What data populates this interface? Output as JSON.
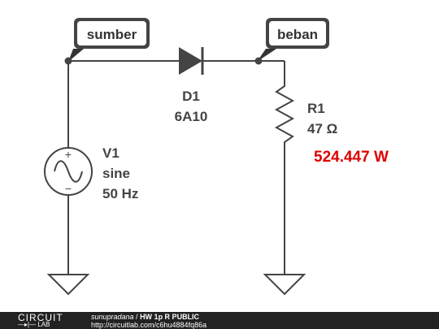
{
  "schematic": {
    "net_labels": {
      "sumber": "sumber",
      "beban": "beban"
    },
    "diode": {
      "name": "D1",
      "model": "6A10"
    },
    "resistor": {
      "name": "R1",
      "value": "47 Ω",
      "power": "524.447 W"
    },
    "source": {
      "name": "V1",
      "type": "sine",
      "frequency": "50 Hz",
      "plus": "+",
      "minus": "−"
    },
    "colors": {
      "wire": "#444444",
      "power": "#e00000"
    }
  },
  "footer": {
    "logo_top": "CIRCUIT",
    "logo_bottom": "—▸|— LAB",
    "author": "sunupradana",
    "separator": " / ",
    "title": "HW 1p R PUBLIC",
    "url": "http://circuitlab.com/c6hu4884fq86a"
  }
}
